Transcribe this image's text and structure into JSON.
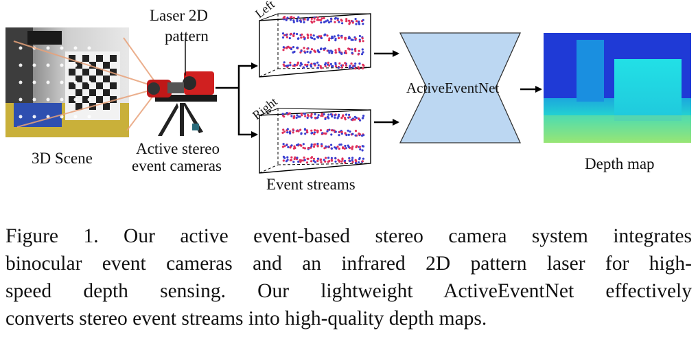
{
  "figure": {
    "labels": {
      "laser": "Laser 2D\npattern",
      "laser_line1": "Laser 2D",
      "laser_line2": "pattern",
      "scene": "3D Scene",
      "cameras_line1": "Active stereo",
      "cameras_line2": "event cameras",
      "left": "Left",
      "right": "Right",
      "streams": "Event streams",
      "net": "ActiveEventNet",
      "depth": "Depth map"
    },
    "colors": {
      "net_fill": "#bcd7f2",
      "event_red": "#e0305a",
      "event_blue": "#3a3fd0",
      "arrow": "#000000",
      "depth_far": "#1638d6",
      "depth_mid": "#19c6e8",
      "depth_near": "#a8e85a"
    }
  },
  "caption": {
    "lines": [
      "Figure 1. Our active event-based stereo camera system integrates",
      "binocular event cameras and an infrared 2D pattern laser for high-",
      "speed depth sensing. Our lightweight ActiveEventNet effectively",
      "converts stereo event streams into high-quality depth maps."
    ]
  }
}
